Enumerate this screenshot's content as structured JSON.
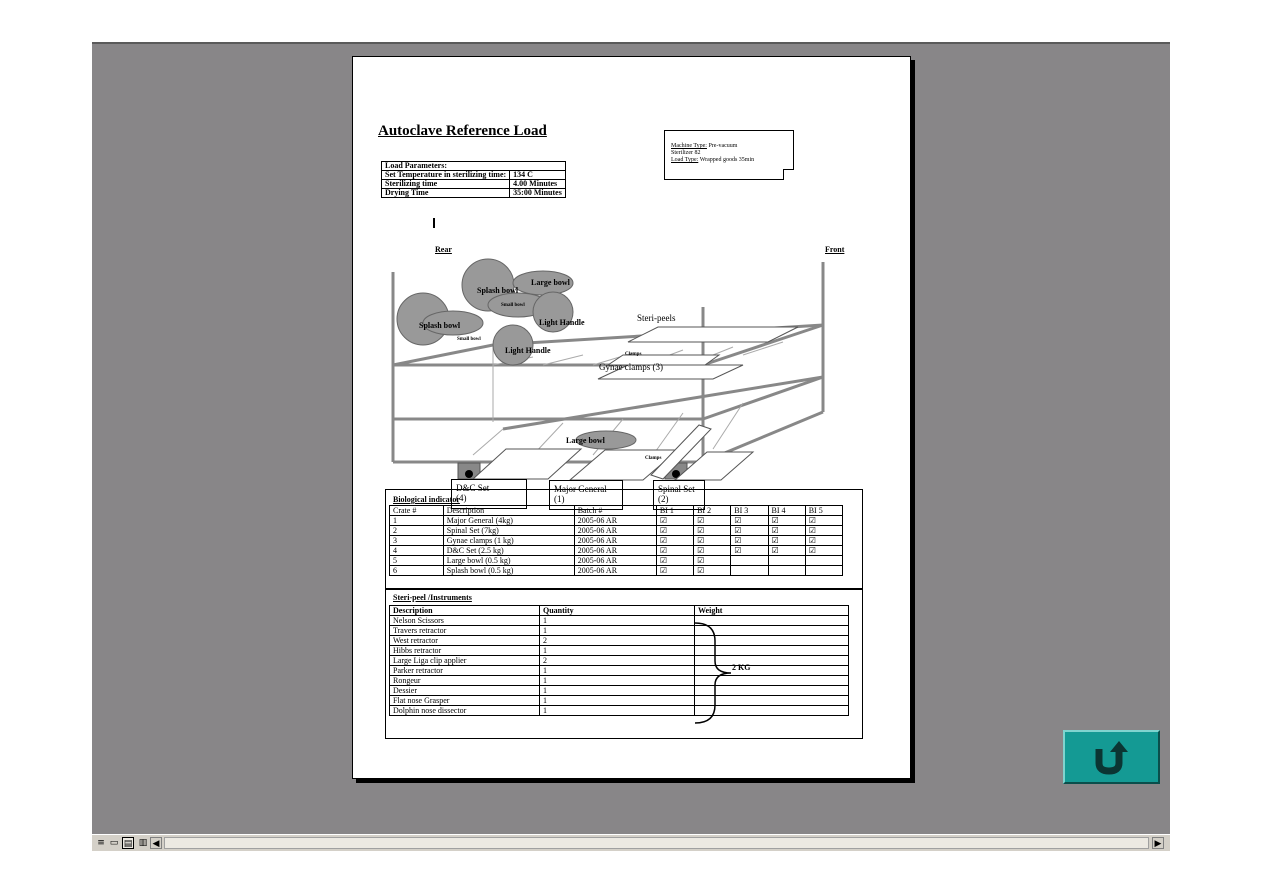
{
  "document": {
    "title": "Autoclave Reference Load",
    "parameters": [
      [
        "Load Parameters:",
        ""
      ],
      [
        "Set Temperature in sterilizing time:",
        "134 C"
      ],
      [
        "Sterilizing time",
        "4.00 Minutes"
      ],
      [
        "Drying Time",
        "35:00 Minutes"
      ]
    ],
    "machine_note": {
      "machine_type_key": "Machine Type:",
      "machine_type_val": "Pre-vacuum",
      "sterilizer": "Sterilizer 82",
      "load_type_key": "Load Type:",
      "load_type_val": "Wrapped goods 35min"
    },
    "rack": {
      "rear_label": "Rear",
      "front_label": "Front",
      "items": {
        "splash_bowl_1": "Splash bowl",
        "splash_bowl_2": "Splash bowl",
        "large_bowl_top": "Large bowl",
        "small_bowl_1": "Small bowl",
        "small_bowl_2": "Small bowl",
        "light_handle_1": "Light Handle",
        "light_handle_2": "Light Handle",
        "steri_peels": "Steri-peels",
        "clamps_small": "Clamps",
        "gynae_clamps": "Gynae clamps (3)",
        "large_bowl_bottom": "Large bowl",
        "clamps_bottom": "Clamps",
        "dc_set_1": "D&C Set",
        "dc_set_2": "(4)",
        "major_general_1": "Major General",
        "major_general_2": "(1)",
        "spinal_set_1": "Spinal Set",
        "spinal_set_2": "(2)"
      }
    },
    "biological_indicator": {
      "title": "Biological indicator",
      "headers": [
        "Crate #",
        "Description",
        "Batch #",
        "BI 1",
        "BI 2",
        "BI 3",
        "BI 4",
        "BI 5"
      ],
      "rows": [
        [
          "1",
          "Major General (4kg)",
          "2005-06 AR",
          "☑",
          "☑",
          "☑",
          "☑",
          "☑"
        ],
        [
          "2",
          "Spinal Set (7kg)",
          "2005-06 AR",
          "☑",
          "☑",
          "☑",
          "☑",
          "☑"
        ],
        [
          "3",
          "Gynae clamps (1 kg)",
          "2005-06 AR",
          "☑",
          "☑",
          "☑",
          "☑",
          "☑"
        ],
        [
          "4",
          "D&C Set (2.5 kg)",
          "2005-06 AR",
          "☑",
          "☑",
          "☑",
          "☑",
          "☑"
        ],
        [
          "5",
          "Large bowl (0.5 kg)",
          "2005-06 AR",
          "☑",
          "☑",
          "",
          "",
          ""
        ],
        [
          "6",
          "Splash bowl (0.5 kg)",
          "2005-06 AR",
          "☑",
          "☑",
          "",
          "",
          ""
        ]
      ]
    },
    "steri_peel": {
      "title": "Steri-peel /Instruments",
      "headers": [
        "Description",
        "Quantity",
        "Weight"
      ],
      "rows": [
        [
          "Nelson Scissors",
          "1"
        ],
        [
          "Travers retractor",
          "1"
        ],
        [
          "West retractor",
          "2"
        ],
        [
          "Hibbs retractor",
          "1"
        ],
        [
          "Large Liga clip applier",
          "2"
        ],
        [
          "Parker retractor",
          "1"
        ],
        [
          "Rongeur",
          "1"
        ],
        [
          "Dessier",
          "1"
        ],
        [
          "Flat nose Grasper",
          "1"
        ],
        [
          "Dolphin nose dissector",
          "1"
        ]
      ],
      "weight": "2 KG"
    }
  },
  "statusbar": {
    "view_normal_icon": "≡",
    "view_outline_icon": "▭",
    "view_print_icon": "▤",
    "view_reading_icon": "▥",
    "scroll_left_icon": "◀",
    "scroll_right_icon": "▶"
  },
  "icons": {
    "return": "return-arrow-icon"
  },
  "colors": {
    "background": "#888688",
    "return_button": "#149a94",
    "drawing_gray": "#888888"
  }
}
